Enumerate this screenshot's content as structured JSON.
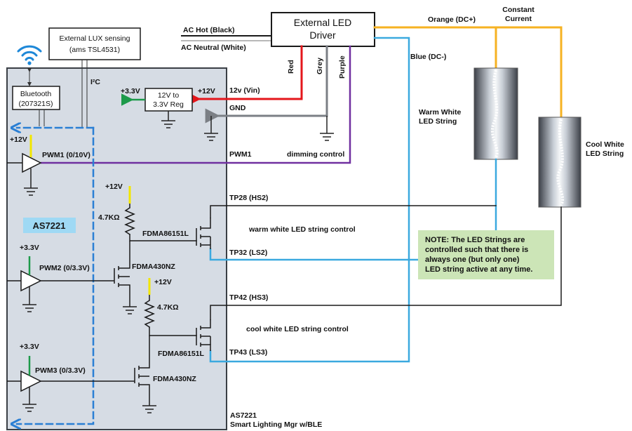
{
  "driver": {
    "line1": "External LED",
    "line2": "Driver"
  },
  "ac": {
    "hot": "AC Hot (Black)",
    "neutral": "AC Neutral (White)"
  },
  "wires": {
    "red": "Red",
    "grey": "Grey",
    "purple": "Purple"
  },
  "dc": {
    "plus": "Orange (DC+)",
    "minus": "Blue (DC-)"
  },
  "constant_current": {
    "line1": "Constant",
    "line2": "Current"
  },
  "lux": {
    "line1": "External LUX sensing",
    "line2": "(ams TSL4531)"
  },
  "bluetooth": {
    "line1": "Bluetooth",
    "line2": "(207321S)"
  },
  "i2c": "I²C",
  "reg": {
    "line1": "12V to",
    "line2": "3.3V Reg",
    "in": "+12V",
    "out": "+3.3V"
  },
  "rails": {
    "vin": "12v (Vin)",
    "gnd": "GND",
    "p12": "+12V",
    "p33": "+3.3V"
  },
  "pwm1": {
    "label": "PWM1 (0/10V)",
    "net": "PWM1",
    "control": "dimming control"
  },
  "pwm2": "PWM2 (0/3.3V)",
  "pwm3": "PWM3 (0/3.3V)",
  "chip": "AS7221",
  "chip_caption": {
    "line1": "AS7221",
    "line2": "Smart Lighting  Mgr w/BLE"
  },
  "resistor": "4.7KΩ",
  "mosfets": {
    "high_side": "FDMA86151L",
    "low_side": "FDMA430NZ"
  },
  "tp": {
    "tp28": "TP28 (HS2)",
    "tp32": "TP32 (LS2)",
    "tp42": "TP42 (HS3)",
    "tp43": "TP43 (LS3)"
  },
  "controls": {
    "warm": "warm white LED string control",
    "cool": "cool white LED string control"
  },
  "note": {
    "line1": "NOTE:  The LED Strings are",
    "line2": "controlled such that there is",
    "line3": "always one (but only one)",
    "line4": "LED string active at any time."
  },
  "warm_string": {
    "line1": "Warm White",
    "line2": "LED String"
  },
  "cool_string": {
    "line1": "Cool White",
    "line2": "LED String"
  },
  "colors": {
    "board": "#d6dce4",
    "red": "#e4161b",
    "grey": "#7b7f85",
    "purple": "#7030a0",
    "orange": "#f6b222",
    "blue": "#3ba9df",
    "green": "#1d9a4a",
    "yellow": "#f2e600",
    "dashed": "#2a7fd4",
    "note_bg": "#cce5b7",
    "chip_bg": "#9fd9f4"
  }
}
